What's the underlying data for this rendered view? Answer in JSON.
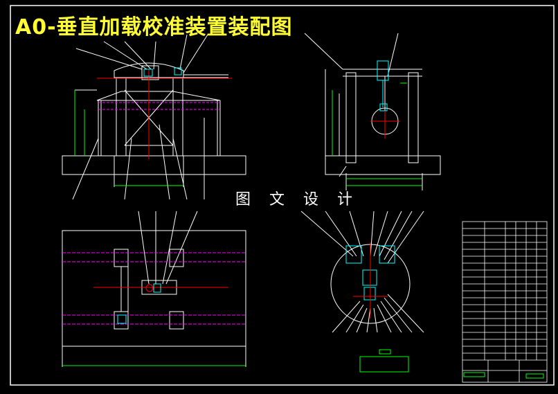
{
  "drawing": {
    "title": "A0-垂直加载校准装置装配图",
    "watermark": "图 文 设 计"
  },
  "colors": {
    "background": "#000000",
    "line": "#ffffff",
    "cyan": "#00ffff",
    "magenta": "#ff00ff",
    "green": "#00ff00",
    "red": "#ff0000",
    "title": "#ffff33"
  },
  "views": [
    "front-view",
    "side-view",
    "top-view",
    "detail-view",
    "title-block"
  ]
}
